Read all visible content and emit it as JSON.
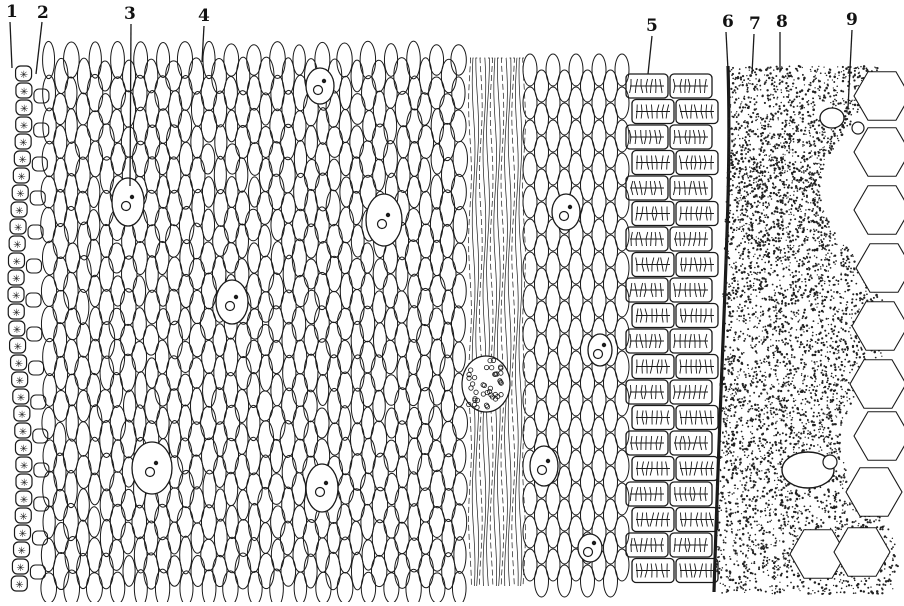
{
  "figure": {
    "labels": [
      "1",
      "2",
      "3",
      "4",
      "5",
      "6",
      "7",
      "8",
      "9"
    ]
  },
  "colors": {
    "ink": "#1a1a1a",
    "paper": "#ffffff",
    "stipple": "#222222"
  }
}
